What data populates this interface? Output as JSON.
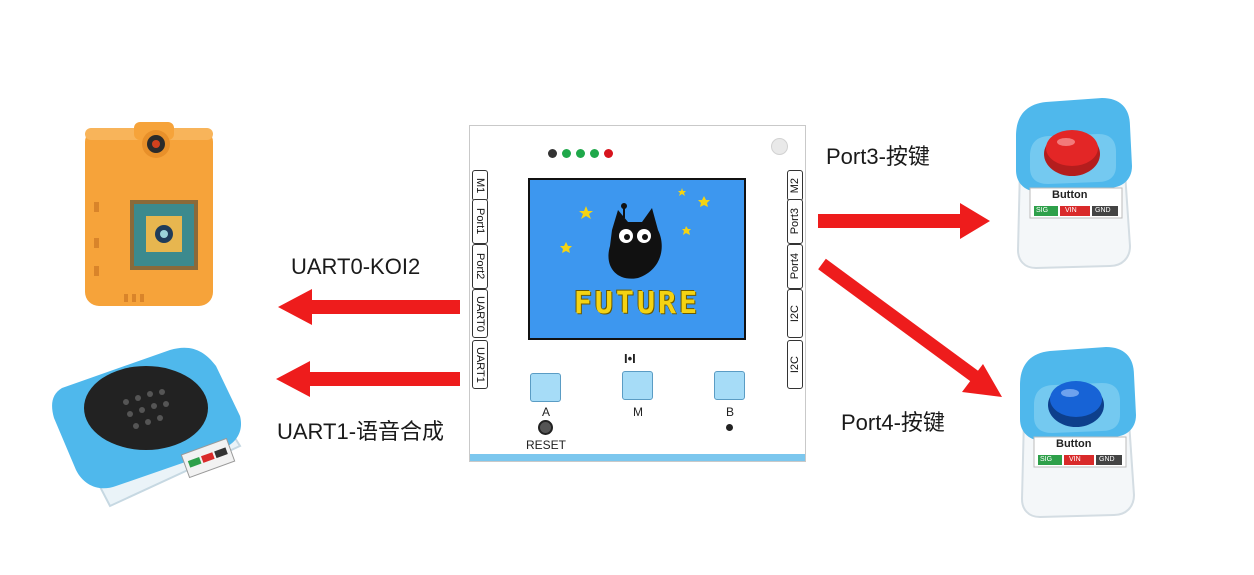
{
  "labels": {
    "port3": "Port3-按键",
    "port4": "Port4-按键",
    "uart0": "UART0-KOI2",
    "uart1": "UART1-语音合成"
  },
  "board": {
    "screen_text": "FUTURE",
    "left_ports": [
      "M1",
      "Port1",
      "Port2",
      "UART0",
      "UART1"
    ],
    "right_ports": [
      "M2",
      "Port3",
      "Port4",
      "I2C",
      "I2C"
    ],
    "buttons": [
      "A",
      "M",
      "B"
    ],
    "reset_label": "RESET",
    "mic_glyph": "I•I",
    "led_colors": [
      "#333333",
      "#1fa84a",
      "#1fa84a",
      "#1fa84a",
      "#d7141d"
    ]
  },
  "devices": {
    "button_module_text": "Button",
    "pin_labels": [
      "SIG",
      "VIN",
      "GND"
    ]
  },
  "colors": {
    "arrow": "#ee1c1c",
    "module_blue": "#4fb8ec",
    "board_accent": "#7cc7ee",
    "screen_bg": "#3d97ef",
    "koi_orange": "#f6a33a"
  }
}
